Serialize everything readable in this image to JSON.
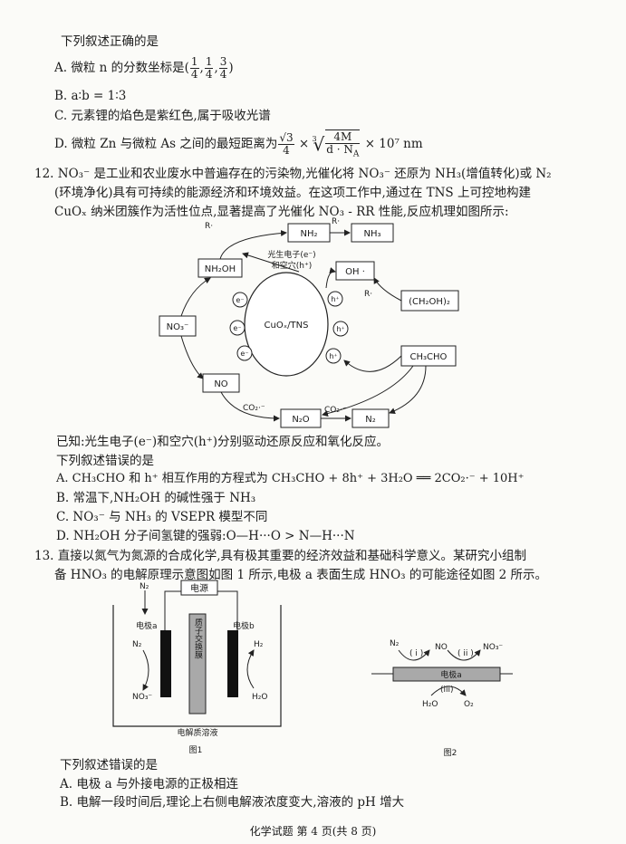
{
  "q11": {
    "stem": "下列叙述正确的是",
    "a_prefix": "A. 微粒 n 的分数坐标是",
    "a_coord": [
      "1",
      "4",
      "1",
      "4",
      "3",
      "4"
    ],
    "b": "B. a∶b = 1∶3",
    "c": "C. 元素锂的焰色是紫红色,属于吸收光谱",
    "d_prefix": "D. 微粒 Zn 与微粒 As 之间的最短距离为",
    "d_frac": [
      "√3",
      "4"
    ],
    "d_root_index": "3",
    "d_root_num": "4M",
    "d_root_den": "d · N",
    "d_root_den_sub": "A",
    "d_suffix": "× 10⁷ nm"
  },
  "q12": {
    "intro_lines": [
      "12. NO₃⁻ 是工业和农业废水中普遍存在的污染物,光催化将 NO₃⁻ 还原为 NH₃(增值转化)或 N₂",
      "(环境净化)具有可持续的能源经济和环境效益。在这项工作中,通过在 TNS 上可控地构建",
      "CuOₓ 纳米团簇作为活性位点,显著提高了光催化 NO₃ - RR 性能,反应机理如图所示:"
    ],
    "diagram": {
      "nh2": "NH₂",
      "nh3": "NH₃",
      "nh2oh": "NH₂OH",
      "no3": "NO₃⁻",
      "no": "NO",
      "n2o": "N₂O",
      "n2": "N₂",
      "oh": "OH ·",
      "ch2oh2": "(CH₂OH)₂",
      "ch3cho": "CH₃CHO",
      "center": "CuOₓ/TNS",
      "pair1": "光生电子(e⁻)",
      "pair2": "和空穴(h⁺)",
      "r1": "R·",
      "r2": "R·",
      "r3": "R·",
      "co2a": "CO₂·⁻",
      "co2b": "CO₂·⁻",
      "e": "e⁻",
      "h": "h⁺"
    },
    "known": "已知:光生电子(e⁻)和空穴(h⁺)分别驱动还原反应和氧化反应。",
    "stem": "下列叙述错误的是",
    "a": "A. CH₃CHO 和 h⁺ 相互作用的方程式为 CH₃CHO + 8h⁺ + 3H₂O ══ 2CO₂·⁻ + 10H⁺",
    "b": "B. 常温下,NH₂OH 的碱性强于 NH₃",
    "c": "C. NO₃⁻ 与 NH₃ 的 VSEPR 模型不同",
    "d": "D. NH₂OH 分子间氢键的强弱:O—H···O > N—H···N"
  },
  "q13": {
    "intro_lines": [
      "13. 直接以氮气为氮源的合成化学,具有极其重要的经济效益和基础科学意义。某研究小组制",
      "备 HNO₃ 的电解原理示意图如图 1 所示,电极 a 表面生成 HNO₃ 的可能途径如图 2 所示。"
    ],
    "fig1": {
      "n2_in": "N₂",
      "power": "电源",
      "electrode_a": "电极a",
      "electrode_b": "电极b",
      "membrane": "质子交换膜",
      "n2": "N₂",
      "no3": "NO₃⁻",
      "h2": "H₂",
      "h2o": "H₂O",
      "solution": "电解质溶液",
      "caption": "图1"
    },
    "fig2": {
      "n2": "N₂",
      "i": "( i )",
      "no": "NO",
      "ii": "( ii )",
      "no3": "NO₃⁻",
      "electrode": "电极a",
      "iii": "(iii)",
      "h2o": "H₂O",
      "o2": "O₂",
      "caption": "图2"
    },
    "stem": "下列叙述错误的是",
    "a": "A. 电极 a 与外接电源的正极相连",
    "b": "B. 电解一段时间后,理论上右侧电解液浓度变大,溶液的 pH 增大"
  },
  "footer": "化学试题   第 4 页(共 8 页)"
}
